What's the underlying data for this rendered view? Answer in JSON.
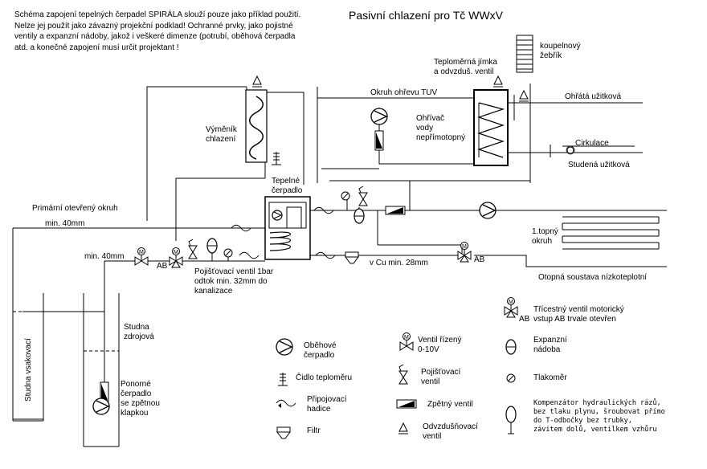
{
  "title": "Pasivní chlazení pro Tč WWxV",
  "note": [
    "Schéma zapojení tepelných čerpadel SPIRÁLA slouží pouze jako příklad použití.",
    "Nelze jej použít jako závazný projekční podklad! Ochranné prvky, jako pojistné",
    "ventily a expanzní nádoby, jakož i veškeré dimenze (potrubí, oběhová čerpadla",
    "atd. a konečné zapojení musí určit projektant !"
  ],
  "labels": {
    "vymenik": [
      "Výměník",
      "chlazení"
    ],
    "tepelne_cerpadlo": [
      "Tepelné",
      "čerpadlo"
    ],
    "jimka": [
      "Teploměrná jímka",
      "a odvzduš. ventil"
    ],
    "koupelnovy": [
      "koupelnový",
      "žebřík"
    ],
    "okruh_ohrevu": "Okruh ohřevu TUV",
    "ohrivac": [
      "Ohřívač",
      "vody",
      "nepřímotopný"
    ],
    "ohrata": "Ohřátá užitková",
    "cirkulace": "Cirkulace",
    "studena_uzitkova": "Studená užitková",
    "primarni": "Primární otevřený okruh",
    "min40_a": "min. 40mm",
    "min40_b": "min. 40mm",
    "ab_left": "AB",
    "ab_right": "AB",
    "pojistovaci_note": [
      "Pojišťovací ventil 1bar",
      "odtok min. 32mm do",
      "kanalizace"
    ],
    "vcu": "v Cu min. 28mm",
    "topny_okruh": [
      "1.topný",
      "okruh"
    ],
    "otopna": "Otopná soustava nízkoteplotní",
    "studna_zdrojova": [
      "Studna",
      "zdrojová"
    ],
    "studna_vsakovaci": "Studna vsakovací",
    "ponorne": [
      "Ponorné",
      "čerpadlo",
      "se zpětnou",
      "klapkou"
    ]
  },
  "legend": {
    "obehove": [
      "Oběhové",
      "čerpadlo"
    ],
    "cidlo": "Čidlo teploměru",
    "pripojovaci": [
      "Připojovací",
      "hadice"
    ],
    "filtr": "Filtr",
    "ventil_rizeny": [
      "Ventil řízený",
      "0-10V"
    ],
    "pojistovaci": [
      "Pojišťovací",
      "ventil"
    ],
    "zpetny": "Zpětný ventil",
    "odvzdusnovaci": [
      "Odvzdušňovací",
      "ventil"
    ],
    "tricestny": [
      "Třícestný ventil motorický",
      "vstup AB trvale otevřen"
    ],
    "tricestny_ab": "AB",
    "expanzni": [
      "Expanzní",
      "nádoba"
    ],
    "tlakomer": "Tlakoměr",
    "kompenzator": [
      "Kompenzátor hydraulických rázů,",
      "bez tlaku plynu, šroubovat přímo",
      "do T-odbočky bez trubky,",
      "závitem dolů, ventilkem vzhůru"
    ]
  }
}
